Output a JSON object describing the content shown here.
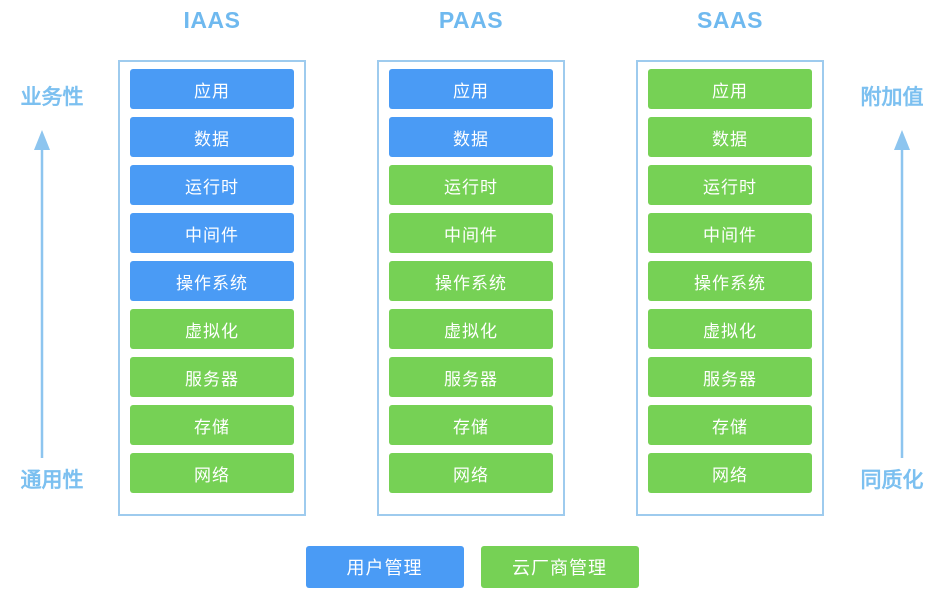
{
  "diagram": {
    "type": "cloud-service-model-stack",
    "colors": {
      "blue": "#4a9bf5",
      "green": "#76d155",
      "title_blue": "#6fb9ef",
      "axis_blue": "#7cc0f0",
      "border_blue": "#9ecbee",
      "background": "#ffffff"
    },
    "columns": [
      {
        "title": "IAAS",
        "layers": [
          {
            "label": "应用",
            "color": "blue"
          },
          {
            "label": "数据",
            "color": "blue"
          },
          {
            "label": "运行时",
            "color": "blue"
          },
          {
            "label": "中间件",
            "color": "blue"
          },
          {
            "label": "操作系统",
            "color": "blue"
          },
          {
            "label": "虚拟化",
            "color": "green"
          },
          {
            "label": "服务器",
            "color": "green"
          },
          {
            "label": "存储",
            "color": "green"
          },
          {
            "label": "网络",
            "color": "green"
          }
        ]
      },
      {
        "title": "PAAS",
        "layers": [
          {
            "label": "应用",
            "color": "blue"
          },
          {
            "label": "数据",
            "color": "blue"
          },
          {
            "label": "运行时",
            "color": "green"
          },
          {
            "label": "中间件",
            "color": "green"
          },
          {
            "label": "操作系统",
            "color": "green"
          },
          {
            "label": "虚拟化",
            "color": "green"
          },
          {
            "label": "服务器",
            "color": "green"
          },
          {
            "label": "存储",
            "color": "green"
          },
          {
            "label": "网络",
            "color": "green"
          }
        ]
      },
      {
        "title": "SAAS",
        "layers": [
          {
            "label": "应用",
            "color": "green"
          },
          {
            "label": "数据",
            "color": "green"
          },
          {
            "label": "运行时",
            "color": "green"
          },
          {
            "label": "中间件",
            "color": "green"
          },
          {
            "label": "操作系统",
            "color": "green"
          },
          {
            "label": "虚拟化",
            "color": "green"
          },
          {
            "label": "服务器",
            "color": "green"
          },
          {
            "label": "存储",
            "color": "green"
          },
          {
            "label": "网络",
            "color": "green"
          }
        ]
      }
    ],
    "axes": {
      "left": {
        "top_label": "业务性",
        "bottom_label": "通用性",
        "direction": "up"
      },
      "right": {
        "top_label": "附加值",
        "bottom_label": "同质化",
        "direction": "up"
      }
    },
    "legend": [
      {
        "label": "用户管理",
        "color": "blue"
      },
      {
        "label": "云厂商管理",
        "color": "green"
      }
    ]
  }
}
